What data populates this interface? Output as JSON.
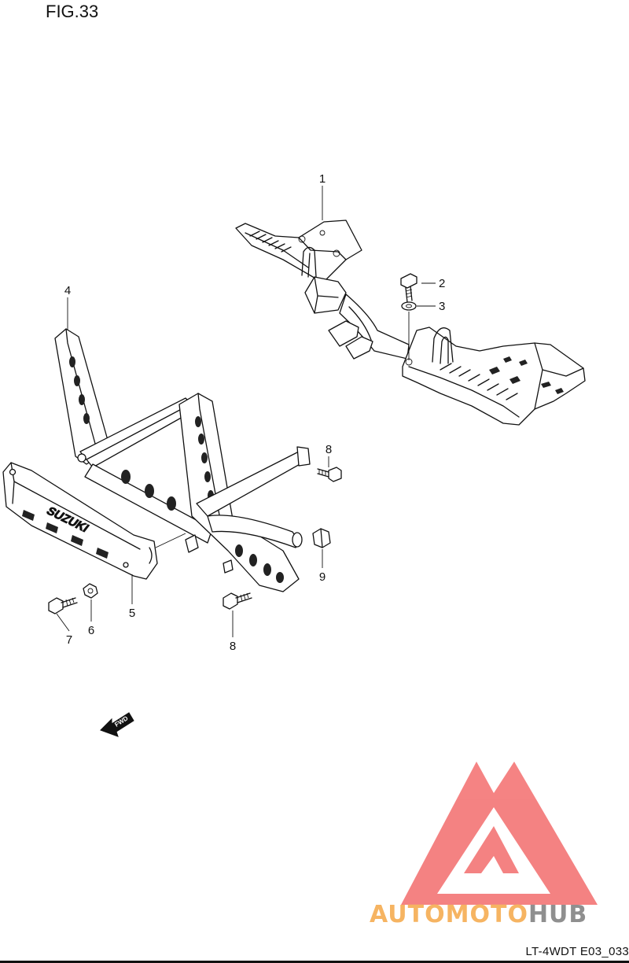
{
  "figure": {
    "title": "FIG.33",
    "code": "LT-4WDT E03_033"
  },
  "callouts": [
    "1",
    "2",
    "3",
    "4",
    "5",
    "6",
    "7",
    "8",
    "8",
    "9"
  ],
  "fwd_label": "FWD",
  "logo_text": "SUZUKI",
  "watermark": {
    "part1": "AUTO",
    "part2": "MOTO",
    "part3": "HUB",
    "colors": {
      "mark": "#f47c7c",
      "text_orange": "#f6b15a",
      "text_grey": "#8a8a8a"
    }
  }
}
